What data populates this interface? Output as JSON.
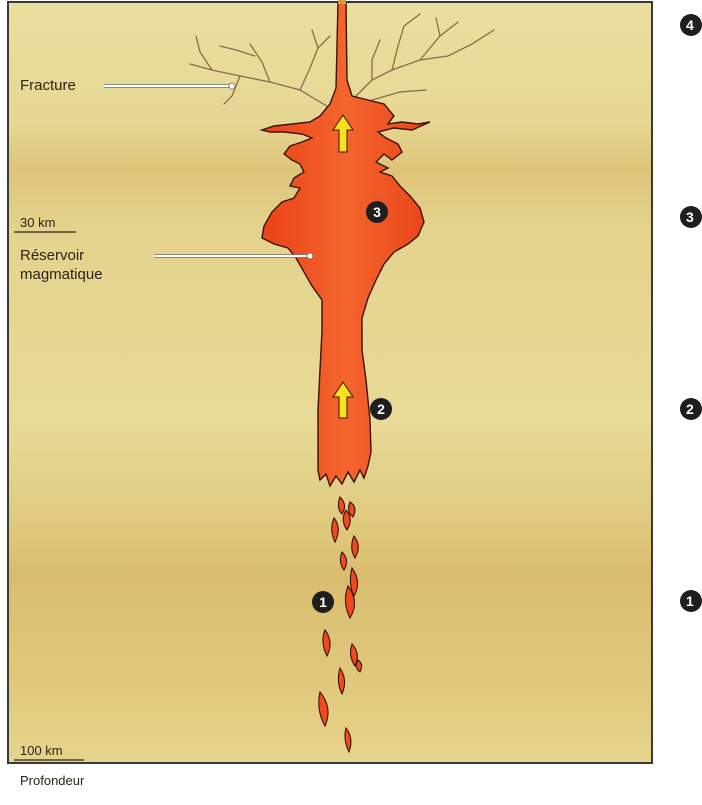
{
  "labels": {
    "fracture": "Fracture",
    "reservoir_line1": "Réservoir",
    "reservoir_line2": "magmatique",
    "depth_30": "30 km",
    "depth_100": "100 km",
    "axis": "Profondeur"
  },
  "markers": [
    "1",
    "2",
    "3"
  ],
  "side_markers": [
    "4",
    "3",
    "2",
    "1"
  ],
  "colors": {
    "magma": "#ee4a1e",
    "magma_outline": "#3a1206",
    "arrow": "#f5e21c",
    "frame": "#3a3a3a",
    "background_light": "#e7d89a",
    "background_dark": "#dcc277"
  }
}
